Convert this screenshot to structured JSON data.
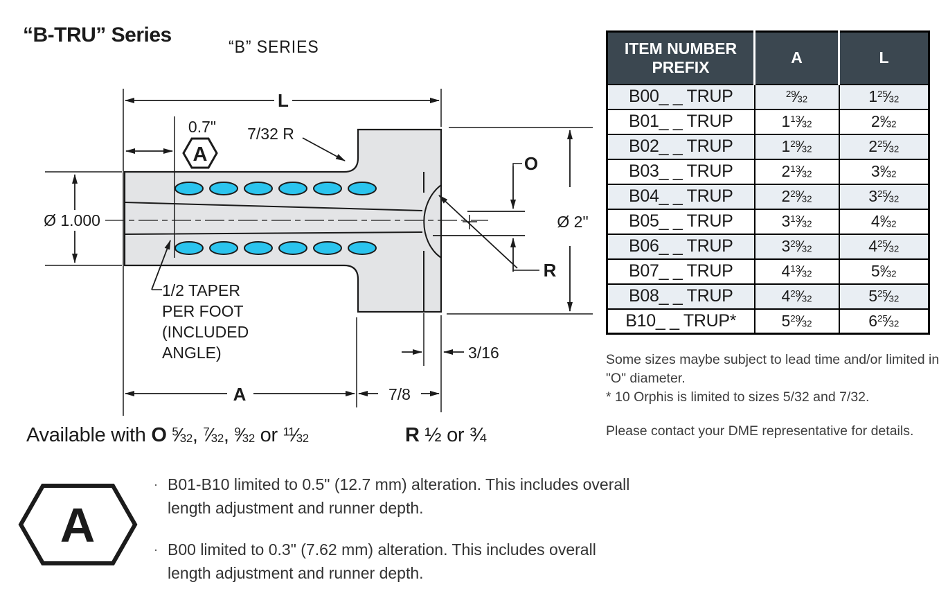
{
  "page": {
    "title": "“B-TRU” Series",
    "subtitle": "“B” SERIES"
  },
  "drawing": {
    "labels": {
      "overall_length": "L",
      "alteration_limit": "0.7\"",
      "fillet_radius": "7/32 R",
      "shank_diameter": "Ø 1.000",
      "head_diameter": "Ø 2\"",
      "orifice": "O",
      "spherical_radius": "R",
      "seat_depth": "3/16",
      "head_thickness": "7/8",
      "shank_length": "A",
      "callout": "A",
      "taper_lines": [
        "1/2 TAPER",
        "PER FOOT",
        "(INCLUDED",
        "ANGLE)"
      ]
    }
  },
  "availability": {
    "prefix": "Available with",
    "o_label": "O",
    "o_options": [
      {
        "num": "5",
        "den": "32",
        "sep": ", "
      },
      {
        "num": "7",
        "den": "32",
        "sep": ", "
      },
      {
        "num": "9",
        "den": "32",
        "sep": " or "
      },
      {
        "num": "11",
        "den": "32",
        "sep": ""
      }
    ],
    "r_label": "R",
    "r_options": "½ or ¾"
  },
  "table": {
    "headers": [
      "ITEM NUMBER PREFIX",
      "A",
      "L"
    ],
    "rows": [
      {
        "prefix": "B00_ _ TRUP",
        "a": {
          "whole": "",
          "num": "29",
          "den": "32"
        },
        "l": {
          "whole": "1",
          "num": "25",
          "den": "32"
        }
      },
      {
        "prefix": "B01_ _ TRUP",
        "a": {
          "whole": "1",
          "num": "13",
          "den": "32"
        },
        "l": {
          "whole": "2",
          "num": "9",
          "den": "32"
        }
      },
      {
        "prefix": "B02_ _ TRUP",
        "a": {
          "whole": "1",
          "num": "29",
          "den": "32"
        },
        "l": {
          "whole": "2",
          "num": "25",
          "den": "32"
        }
      },
      {
        "prefix": "B03_ _ TRUP",
        "a": {
          "whole": "2",
          "num": "13",
          "den": "32"
        },
        "l": {
          "whole": "3",
          "num": "9",
          "den": "32"
        }
      },
      {
        "prefix": "B04_ _ TRUP",
        "a": {
          "whole": "2",
          "num": "29",
          "den": "32"
        },
        "l": {
          "whole": "3",
          "num": "25",
          "den": "32"
        }
      },
      {
        "prefix": "B05_ _ TRUP",
        "a": {
          "whole": "3",
          "num": "13",
          "den": "32"
        },
        "l": {
          "whole": "4",
          "num": "9",
          "den": "32"
        }
      },
      {
        "prefix": "B06_ _ TRUP",
        "a": {
          "whole": "3",
          "num": "29",
          "den": "32"
        },
        "l": {
          "whole": "4",
          "num": "25",
          "den": "32"
        }
      },
      {
        "prefix": "B07_ _ TRUP",
        "a": {
          "whole": "4",
          "num": "13",
          "den": "32"
        },
        "l": {
          "whole": "5",
          "num": "9",
          "den": "32"
        }
      },
      {
        "prefix": "B08_ _ TRUP",
        "a": {
          "whole": "4",
          "num": "29",
          "den": "32"
        },
        "l": {
          "whole": "5",
          "num": "25",
          "den": "32"
        }
      },
      {
        "prefix": "B10_ _ TRUP*",
        "a": {
          "whole": "5",
          "num": "29",
          "den": "32"
        },
        "l": {
          "whole": "6",
          "num": "25",
          "den": "32"
        }
      }
    ]
  },
  "table_notes": [
    "Some sizes maybe subject to lead time and/or limited in \"O\" diameter.",
    "* 10 Orphis is limited to sizes 5/32 and 7/32.",
    "Please contact your DME representative for details."
  ],
  "footnotes": {
    "symbol": "A",
    "bullet": "·",
    "items": [
      "B01-B10 limited to 0.5\" (12.7 mm) alteration. This includes overall length adjustment and runner depth.",
      "B00 limited to 0.3\" (7.62 mm) alteration. This includes overall length adjustment and runner depth."
    ]
  },
  "colors": {
    "orifice_fill": "#2bc4ee",
    "table_header_bg": "#3b4750",
    "table_row_alt": "#e9eef3",
    "body_fill": "#e3e4e6",
    "ink": "#1b1b1b"
  }
}
